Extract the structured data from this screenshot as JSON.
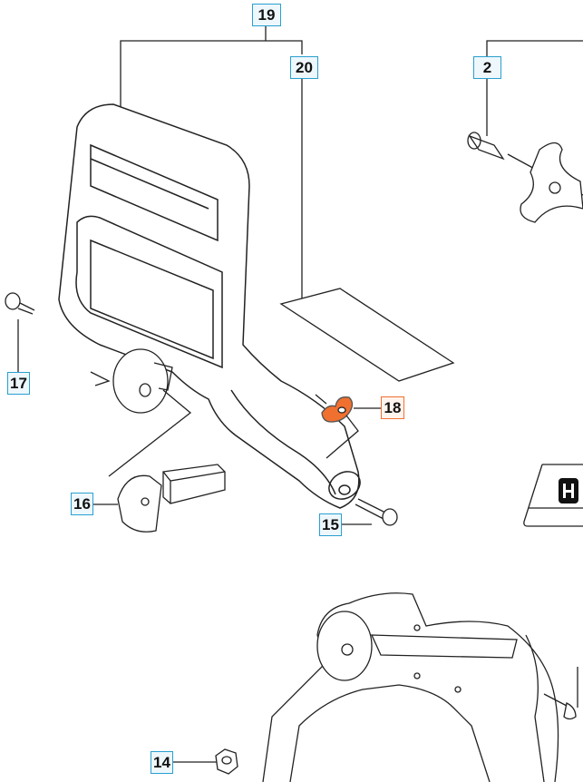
{
  "diagram": {
    "callouts": [
      {
        "id": "19",
        "label": "19",
        "highlighted": false
      },
      {
        "id": "20",
        "label": "20",
        "highlighted": false
      },
      {
        "id": "2",
        "label": "2",
        "highlighted": false
      },
      {
        "id": "17",
        "label": "17",
        "highlighted": false
      },
      {
        "id": "18",
        "label": "18",
        "highlighted": true
      },
      {
        "id": "16",
        "label": "16",
        "highlighted": false
      },
      {
        "id": "15",
        "label": "15",
        "highlighted": false
      },
      {
        "id": "14",
        "label": "14",
        "highlighted": false
      }
    ],
    "colors": {
      "callout_border": "#2a9fd0",
      "highlight": "#f07030",
      "line": "#222222"
    }
  }
}
